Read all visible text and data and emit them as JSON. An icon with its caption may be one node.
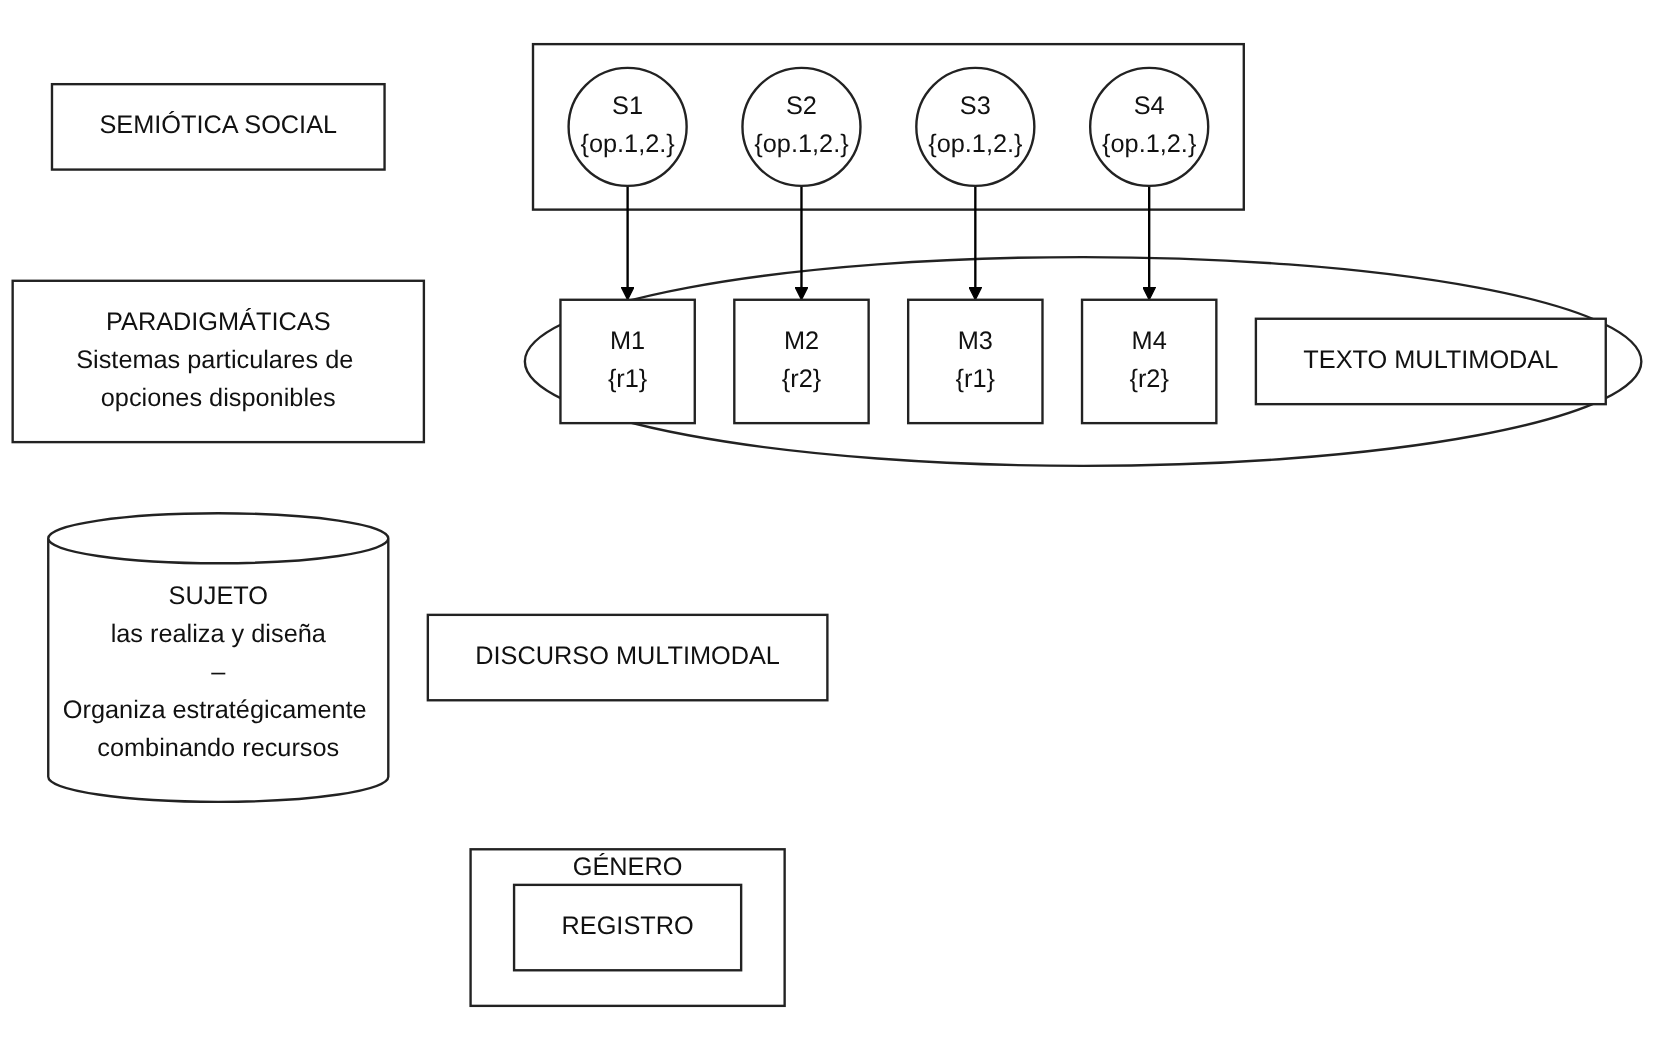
{
  "diagram": {
    "nodes": [
      {
        "text": [
          "SEMIÓTICA SOCIAL"
        ]
      },
      {
        "text": [
          "PARADIGMÁTICAS",
          "Sistemas particulares de opciones disponibles"
        ]
      },
      {
        "text": [],
        "shape": "box"
      },
      {
        "text": [
          "S1",
          "{op.1,2.}"
        ],
        "in": 2
      },
      {
        "text": [
          "S2",
          "{op.1,2.}"
        ],
        "in": 2
      },
      {
        "text": [
          "S3",
          "{op.1,2.}"
        ],
        "in": 2
      },
      {
        "text": [
          "S4",
          "{op.1,2.}"
        ],
        "in": 2
      },
      {
        "text": [
          "SUJETO",
          "las realiza y diseña",
          "–",
          "Organiza estratégicamente combinando recursos"
        ]
      },
      {
        "text": [],
        "shape": "ellipse"
      },
      {
        "text": [
          "M1",
          "{r1}"
        ],
        "in": 8
      },
      {
        "text": [
          "M2",
          "{r2}"
        ],
        "in": 8
      },
      {
        "text": [
          "M3",
          "{r1}"
        ],
        "in": 8
      },
      {
        "text": [
          "M4",
          "{r2}"
        ],
        "in": 8
      },
      {
        "text": [
          "TEXTO MULTIMODAL"
        ],
        "in": 8
      },
      {
        "text": [
          "DISCURSO MULTIMODAL"
        ]
      },
      {
        "text": [
          "GÉNERO"
        ]
      },
      {
        "text": [
          "REGISTRO"
        ],
        "in": 15
      }
    ],
    "edges": [
      {
        "from": 3,
        "to": 9,
        "arrow": "to"
      },
      {
        "from": 4,
        "to": 10,
        "arrow": "to"
      },
      {
        "from": 5,
        "to": 11,
        "arrow": "to"
      },
      {
        "from": 6,
        "to": 12,
        "arrow": "to"
      }
    ]
  }
}
